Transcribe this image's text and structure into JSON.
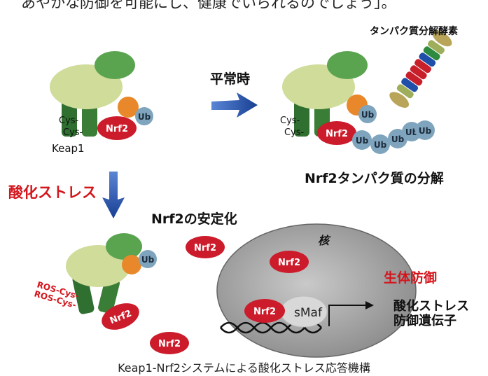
{
  "intro_text": "あやかな防御を可能にし、健康でいられるのでしょう」。",
  "labels": {
    "normal_state": "平常時",
    "proteasome": "タンパク質分解酵素",
    "keap1": "Keap1",
    "cys": "Cys-",
    "ros_cys": "ROS-Cys-",
    "nrf2": "Nrf2",
    "ub": "Ub",
    "nrf2_degradation": "Nrf2タンパク質の分解",
    "oxidative_stress": "酸化ストレス",
    "nrf2_stabilization": "Nrf2の安定化",
    "nucleus": "核",
    "smaf": "sMaf",
    "biological_defense": "生体防御",
    "defense_genes_line1": "酸化ストレス",
    "defense_genes_line2": "防御遺伝子"
  },
  "caption": "Keap1-Nrf2システムによる酸化ストレス応答機構",
  "colors": {
    "nrf2_red": "#cc1b2a",
    "keap1_top": "#cfdc9a",
    "keap1_green": "#2f7a34",
    "orange": "#e8882a",
    "ub_blue": "#7fa4bd",
    "arrow_blue": "#1f4fa8",
    "stress_red": "#d4151c",
    "nucleus_gray": "#9a9a9a"
  }
}
